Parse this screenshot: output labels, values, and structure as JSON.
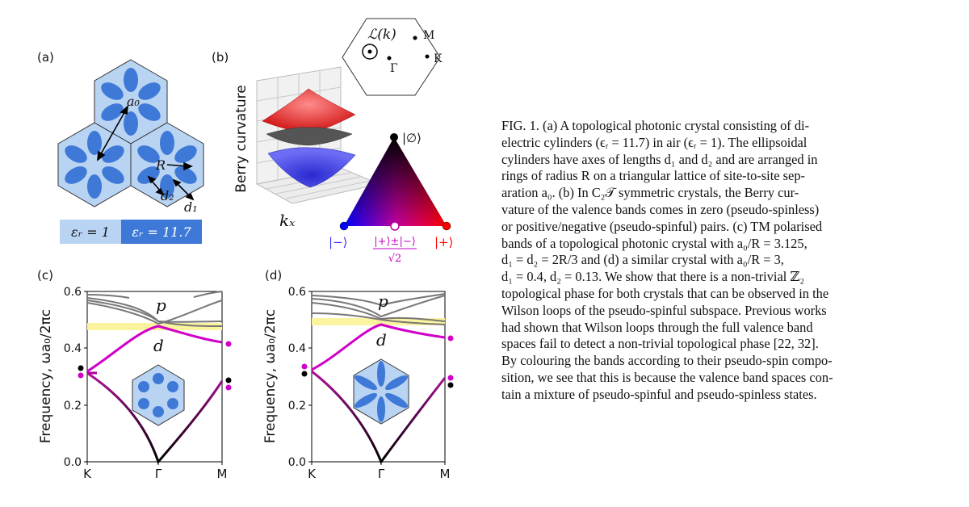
{
  "panels": {
    "a": {
      "label": "(a)",
      "labels": {
        "a0": "a₀",
        "R": "R",
        "d1": "d₁",
        "d2": "d₂"
      },
      "legend": {
        "air": "εᵣ = 1",
        "dielectric": "εᵣ = 11.7"
      },
      "colors": {
        "air": "#b9d4f3",
        "dielectric": "#3f79d7"
      }
    },
    "b": {
      "label": "(b)",
      "ylabel": "Berry curvature",
      "xlabel": "kₓ",
      "bz": {
        "loop": "ℒ(k)",
        "points": [
          "M",
          "Γ",
          "K"
        ]
      },
      "triangle": {
        "top": "|∅⟩",
        "left": "|−⟩",
        "mid": "|+⟩±|−⟩",
        "mid_den": "√2",
        "right": "|+⟩"
      }
    },
    "c": {
      "label": "(c)",
      "ylabel": "Frequency, ωa₀/2πc",
      "yticks": [
        "0.0",
        "0.2",
        "0.4",
        "0.6"
      ],
      "xticks": [
        "K",
        "Γ",
        "M"
      ],
      "band_labels": {
        "p": "p",
        "d": "d"
      }
    },
    "d": {
      "label": "(d)",
      "ylabel": "Frequency, ωa₀/2πc",
      "yticks": [
        "0.0",
        "0.2",
        "0.4",
        "0.6"
      ],
      "xticks": [
        "K",
        "Γ",
        "M"
      ],
      "band_labels": {
        "p": "p",
        "d": "d"
      }
    }
  },
  "caption_lines": [
    "FIG. 1. (a) A topological photonic crystal consisting of di-",
    "electric cylinders (ϵᵣ = 11.7) in air (ϵᵣ = 1). The ellipsoidal",
    "cylinders have axes of lengths d₁ and d₂ and are arranged in",
    "rings of radius R on a triangular lattice of site-to-site sep-",
    "aration a₀. (b) In C₂𝒯 symmetric crystals, the Berry cur-",
    "vature of the valence bands comes in zero (pseudo-spinless)",
    "or positive/negative (pseudo-spinful) pairs. (c) TM polarised",
    "bands of a topological photonic crystal with a₀/R = 3.125,",
    "d₁ = d₂ = 2R/3 and (d) a similar crystal with a₀/R = 3,",
    "d₁ = 0.4, d₂ = 0.13. We show that there is a non-trivial ℤ₂",
    "topological phase for both crystals that can be observed in the",
    "Wilson loops of the pseudo-spinful subspace. Previous works",
    "had shown that Wilson loops through the full valence band",
    "spaces fail to detect a non-trivial topological phase [22, 32].",
    "By colouring the bands according to their pseudo-spin compo-",
    "sition, we see that this is because the valence band spaces con-",
    "tain a mixture of pseudo-spinful and pseudo-spinless states."
  ]
}
